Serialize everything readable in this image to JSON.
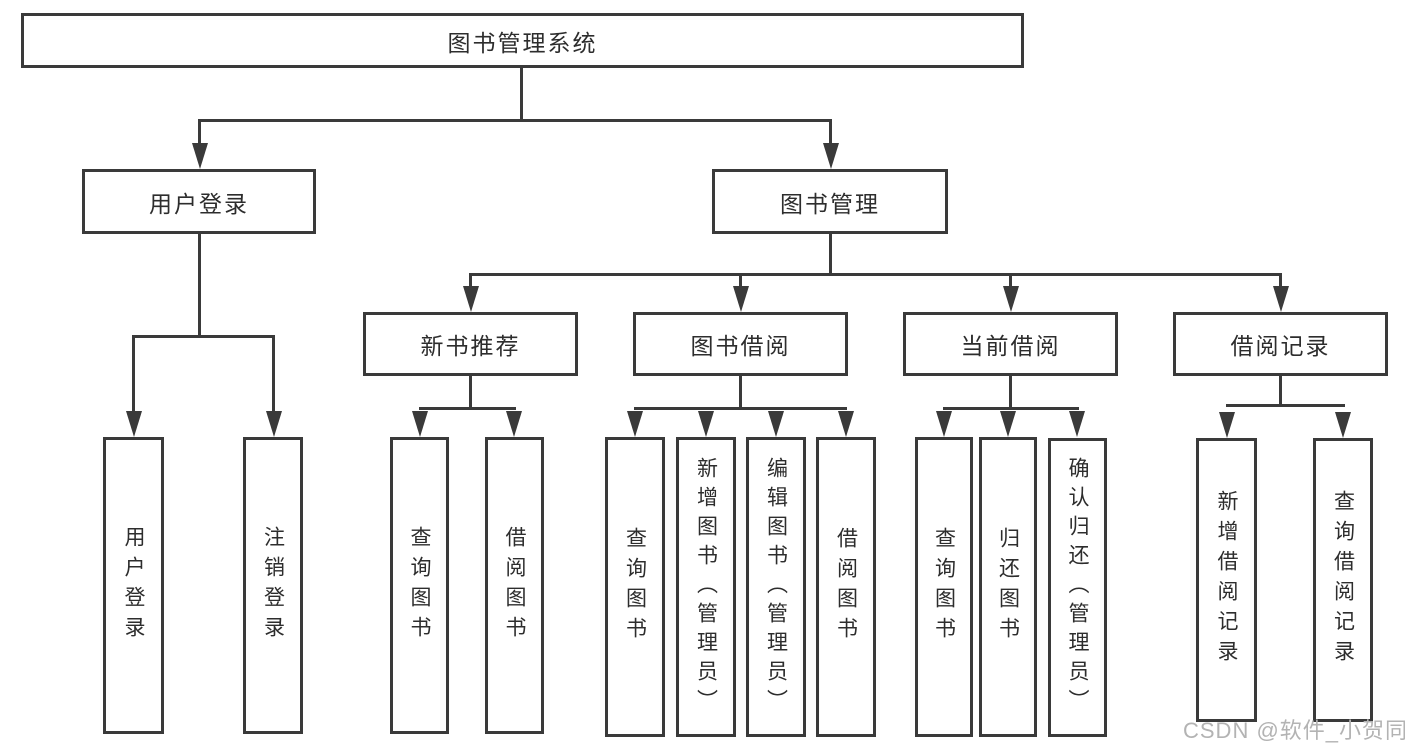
{
  "diagram": {
    "root": {
      "label": "图书管理系统"
    },
    "user_login": {
      "label": "用户登录",
      "children": [
        {
          "label": "用户登录"
        },
        {
          "label": "注销登录"
        }
      ]
    },
    "book_management": {
      "label": "图书管理"
    },
    "new_book_recommend": {
      "label": "新书推荐",
      "children": [
        {
          "label": "查询图书"
        },
        {
          "label": "借阅图书"
        }
      ]
    },
    "book_borrow": {
      "label": "图书借阅",
      "children": [
        {
          "label": "查询图书"
        },
        {
          "label": "新增图书（管理员）"
        },
        {
          "label": "编辑图书（管理员）"
        },
        {
          "label": "借阅图书"
        }
      ]
    },
    "current_borrow": {
      "label": "当前借阅",
      "children": [
        {
          "label": "查询图书"
        },
        {
          "label": "归还图书"
        },
        {
          "label": "确认归还（管理员）"
        }
      ]
    },
    "borrow_records": {
      "label": "借阅记录",
      "children": [
        {
          "label": "新增借阅记录"
        },
        {
          "label": "查询借阅记录"
        }
      ]
    },
    "watermark": "CSDN @软件_小贺同学",
    "colors": {
      "line": "#3a3a3a",
      "text": "#2d2d2d",
      "watermark": "#b3b3b3",
      "background": "#ffffff"
    }
  }
}
